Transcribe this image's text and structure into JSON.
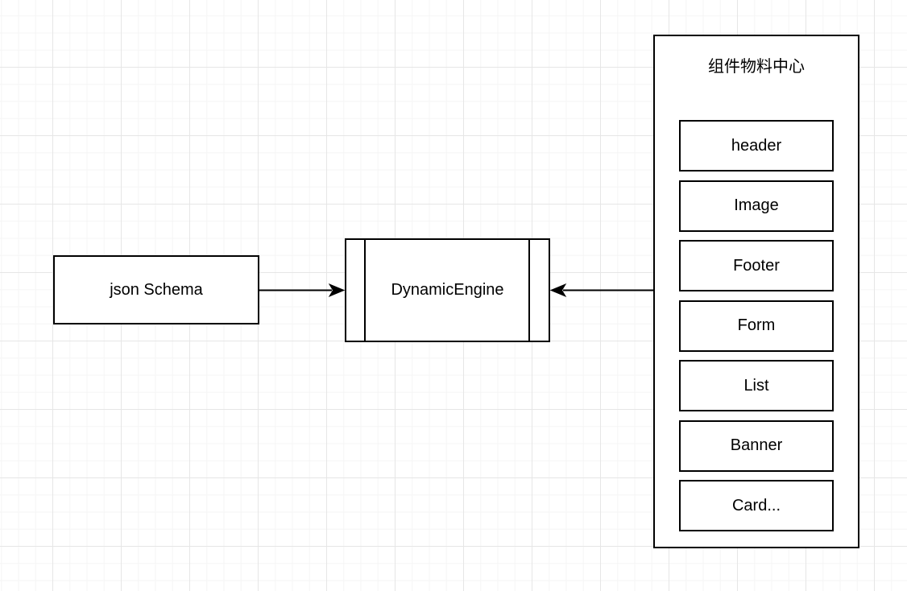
{
  "diagram": {
    "nodes": {
      "json_schema": {
        "label": "json Schema"
      },
      "dynamic_engine": {
        "label": "DynamicEngine",
        "shape": "uml-process"
      },
      "material_center": {
        "title": "组件物料中心",
        "components": [
          "header",
          "Image",
          "Footer",
          "Form",
          "List",
          "Banner",
          "Card..."
        ]
      }
    },
    "connectors": [
      {
        "from": "json_schema",
        "to": "dynamic_engine",
        "arrow": "right"
      },
      {
        "from": "material_center",
        "to": "dynamic_engine",
        "arrow": "left"
      }
    ],
    "colors": {
      "stroke": "#000000",
      "shape_fill": "#ffffff",
      "background": "#ffffff",
      "grid_minor": "#f5f5f5",
      "grid_major": "#e6e6e6"
    }
  }
}
